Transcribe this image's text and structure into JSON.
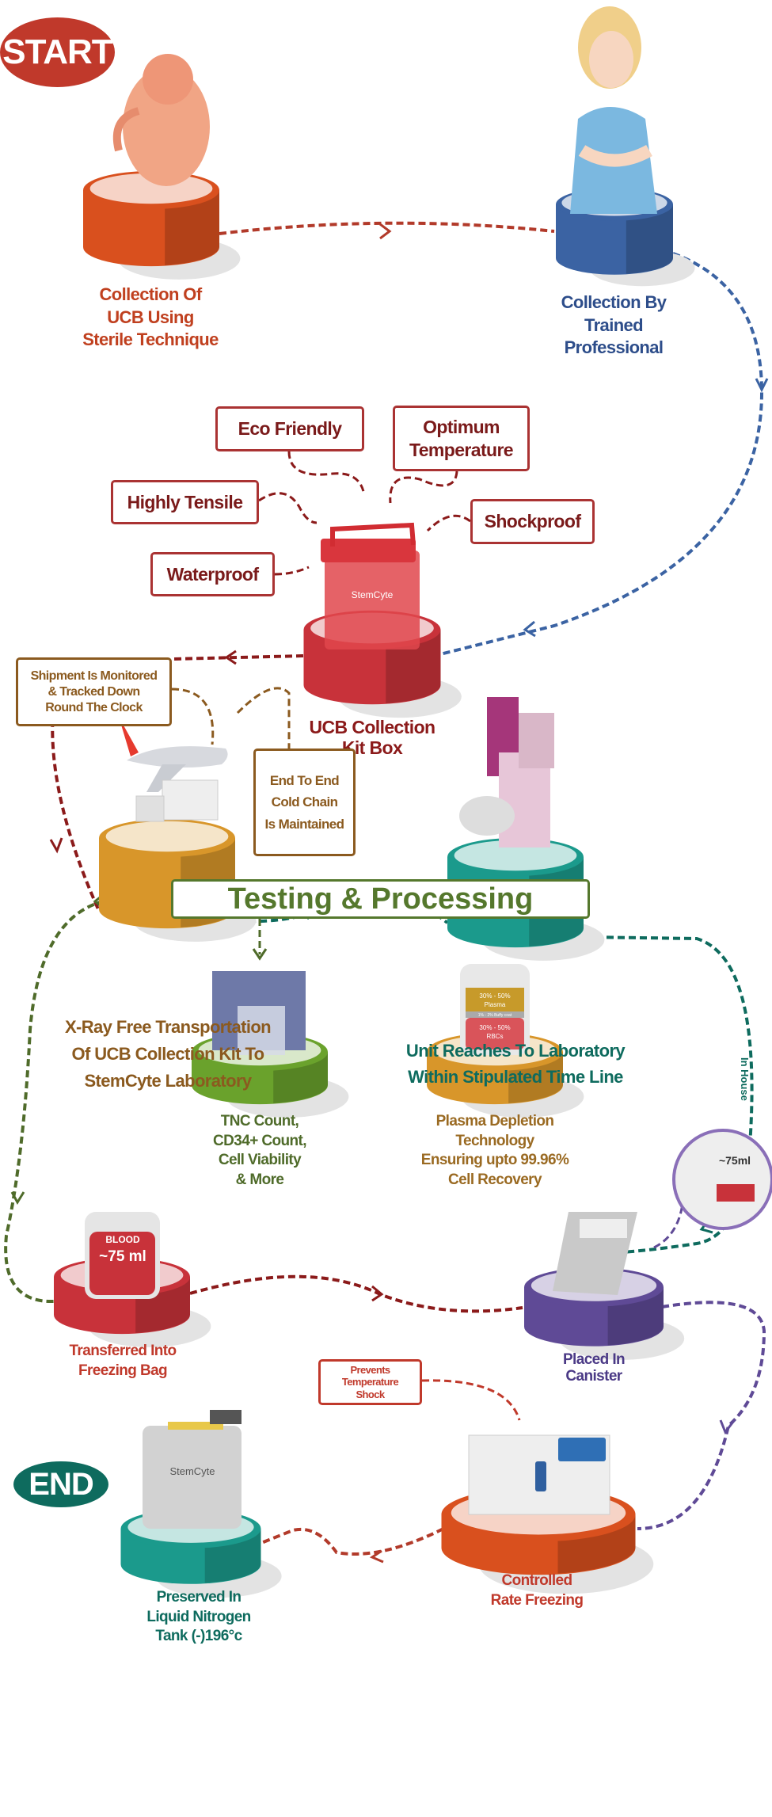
{
  "start_badge": "START",
  "end_badge": "END",
  "colors": {
    "start_red": "#c0392b",
    "end_teal": "#0e6b5e",
    "orange": "#d9501e",
    "blue": "#3b63a3",
    "red": "#c8323a",
    "gold": "#d8962a",
    "teal": "#1b9a8c",
    "green": "#6aa22c",
    "purple": "#5f4a96",
    "dark_red": "#8b1a1a",
    "brown": "#8b5a1f",
    "green_text": "#4f6b2a"
  },
  "steps": [
    {
      "lines": [
        "Collection Of",
        "UCB Using",
        "Sterile Technique"
      ]
    },
    {
      "lines": [
        "Collection By",
        "Trained",
        "Professional"
      ]
    },
    {
      "lines": [
        "UCB Collection",
        "Kit Box"
      ]
    },
    {
      "lines": [
        "X-Ray Free Transportation",
        "Of UCB Collection Kit To",
        "StemCyte Laboratory"
      ]
    },
    {
      "lines": [
        "Unit Reaches To Laboratory",
        "Within Stipulated Time Line"
      ]
    },
    {
      "lines": [
        "TNC Count,",
        "CD34+ Count,",
        "Cell Viability",
        "& More"
      ]
    },
    {
      "lines": [
        "Plasma Depletion",
        "Technology",
        "Ensuring upto 99.96%",
        "Cell Recovery"
      ]
    },
    {
      "lines": [
        "Transferred Into",
        "Freezing Bag"
      ]
    },
    {
      "lines": [
        "Placed In",
        "Canister"
      ]
    },
    {
      "lines": [
        "Controlled",
        "Rate Freezing"
      ]
    },
    {
      "lines": [
        "Preserved In",
        "Liquid Nitrogen",
        "Tank (-)196°c"
      ]
    }
  ],
  "kit_features": [
    "Eco Friendly",
    "Optimum Temperature",
    "Highly Tensile",
    "Shockproof",
    "Waterproof"
  ],
  "kit_brand": "StemCyte",
  "notes": {
    "shipment": [
      "Shipment Is Monitored",
      "& Tracked Down",
      "Round The Clock"
    ],
    "cold_chain": [
      "End To End",
      "Cold Chain",
      "Is Maintained"
    ],
    "temp_shock": [
      "Prevents",
      "Temperature",
      "Shock"
    ]
  },
  "in_house": "In House",
  "testing_title": "Testing & Processing",
  "plasma_bag": {
    "plasma": "30% - 50%",
    "plasma_label": "Plasma",
    "buffy": "1% - 2% Buffy coat",
    "rbc": "30% - 50%",
    "rbc_label": "RBCs"
  },
  "freezing_bag": {
    "label": "BLOOD",
    "volume": "~75 ml"
  },
  "canister_inset": "~75ml",
  "tank_brand": "StemCyte"
}
